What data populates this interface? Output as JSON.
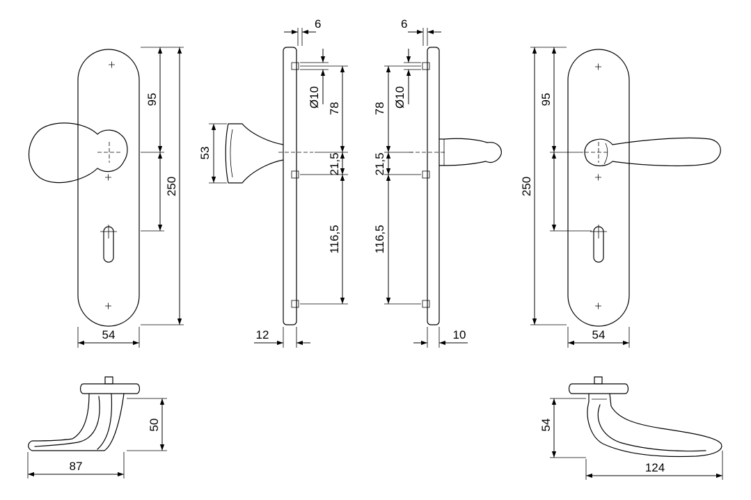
{
  "colors": {
    "background": "#ffffff",
    "line": "#000000"
  },
  "dimensions": {
    "knob_front": {
      "spindle_to_keyhole": "95",
      "plate_height": "250",
      "plate_width": "54"
    },
    "knob_side": {
      "screw_offset": "6",
      "screw_hole_diameter": "Ø10",
      "top_screw_to_spindle": "78",
      "knob_diameter": "53",
      "spindle_to_middle_screw": "21,5",
      "middle_to_bottom_screw": "116,5",
      "plate_thickness": "12"
    },
    "lever_side": {
      "screw_offset": "6",
      "screw_hole_diameter": "Ø10",
      "top_screw_to_spindle": "78",
      "spindle_to_middle_screw": "21,5",
      "middle_to_bottom_screw": "116,5",
      "plate_thickness": "10"
    },
    "lever_front": {
      "spindle_to_keyhole": "95",
      "plate_height": "250",
      "plate_width": "54"
    },
    "knob_lever_top": {
      "height": "50",
      "length": "87"
    },
    "lever_top": {
      "height": "54",
      "length": "124"
    }
  }
}
